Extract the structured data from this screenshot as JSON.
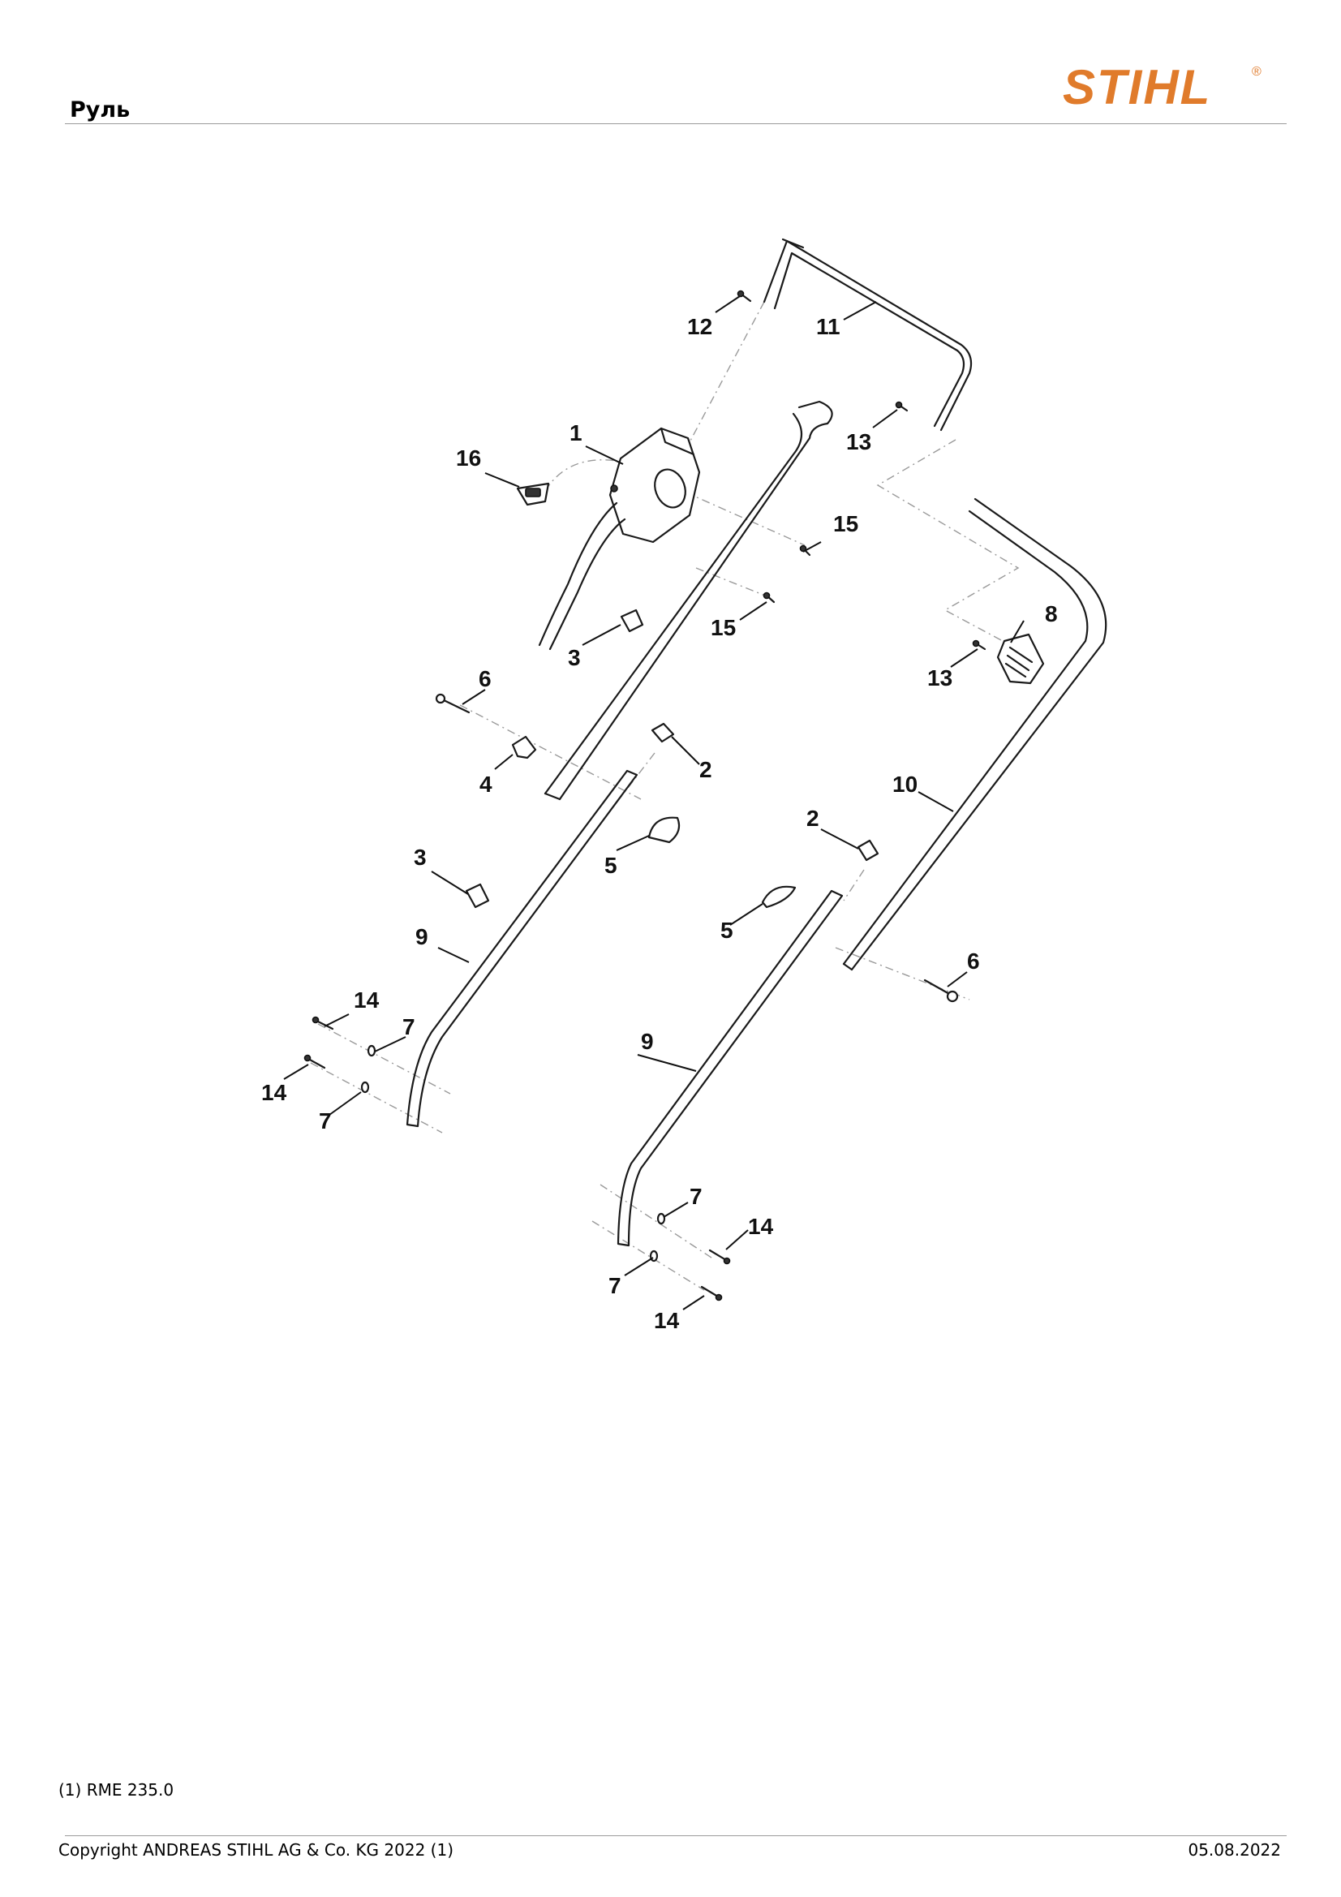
{
  "header": {
    "title": "Руль"
  },
  "brand": {
    "logo_text": "STIHL",
    "registered_mark": "®",
    "logo_color": "#e07b2b"
  },
  "diagram": {
    "callouts": [
      "1",
      "2",
      "2",
      "3",
      "3",
      "4",
      "5",
      "5",
      "6",
      "6",
      "7",
      "7",
      "7",
      "7",
      "8",
      "9",
      "9",
      "10",
      "11",
      "12",
      "13",
      "13",
      "14",
      "14",
      "14",
      "14",
      "15",
      "15",
      "16"
    ]
  },
  "footnote": "(1) RME 235.0",
  "footer": {
    "copyright": "Copyright ANDREAS STIHL AG & Co. KG 2022 (1)",
    "date": "05.08.2022"
  }
}
